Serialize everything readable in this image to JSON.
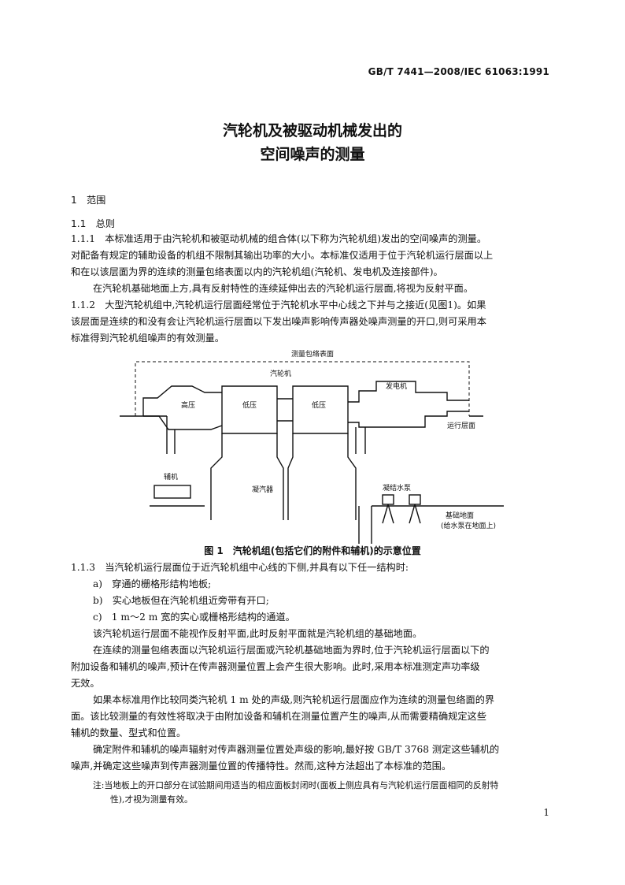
{
  "header": {
    "standard_number": "GB/T 7441—2008/IEC 61063:1991"
  },
  "title": {
    "line1": "汽轮机及被驱动机械发出的",
    "line2": "空间噪声的测量"
  },
  "sections": {
    "s1": "1　范围",
    "s11": "1.1　总则",
    "p111_1": "1.1.1　本标准适用于由汽轮机和被驱动机械的组合体(以下称为汽轮机组)发出的空间噪声的测量。",
    "p111_2": "对配备有规定的辅助设备的机组不限制其输出功率的大小。本标准仅适用于位于汽轮机运行层面以上",
    "p111_3": "和在以该层面为界的连续的测量包络表面以内的汽轮机组(汽轮机、发电机及连接部件)。",
    "p111_4": "在汽轮机基础地面上方,具有反射特性的连续延伸出去的汽轮机运行层面,将视为反射平面。",
    "p112_1": "1.1.2　大型汽轮机组中,汽轮机运行层面经常位于汽轮机水平中心线之下并与之接近(见图1)。如果",
    "p112_2": "该层面是连续的和没有会让汽轮机运行层面以下发出噪声影响传声器处噪声测量的开口,则可采用本",
    "p112_3": "标准得到汽轮机组噪声的有效测量。",
    "p113_1": "1.1.3　当汽轮机运行层面位于近汽轮机组中心线的下侧,并具有以下任一结构时:",
    "item_a": "a)　穿通的栅格形结构地板;",
    "item_b": "b)　实心地板但在汽轮机组近旁带有开口;",
    "item_c": "c)　1 m～2 m 宽的实心或栅格形结构的通道。",
    "p113_2": "该汽轮机运行层面不能视作反射平面,此时反射平面就是汽轮机组的基础地面。",
    "p113_3": "在连续的测量包络表面以汽轮机运行层面或汽轮机基础地面为界时,位于汽轮机运行层面以下的",
    "p113_4": "附加设备和辅机的噪声,预计在传声器测量位置上会产生很大影响。此时,采用本标准测定声功率级",
    "p113_5": "无效。",
    "p113_6": "如果本标准用作比较同类汽轮机 1 m 处的声级,则汽轮机运行层面应作为连续的测量包络面的界",
    "p113_7": "面。该比较测量的有效性将取决于由附加设备和辅机在测量位置产生的噪声,从而需要精确规定这些",
    "p113_8": "辅机的数量、型式和位置。",
    "p113_9": "确定附件和辅机的噪声辐射对传声器测量位置处声级的影响,最好按 GB/T 3768 测定这些辅机的",
    "p113_10": "噪声,并确定这些噪声到传声器测量位置的传播特性。然而,这种方法超出了本标准的范围。",
    "note_1": "注:当地板上的开口部分在试验期间用适当的相应面板封闭时(面板上侧应具有与汽轮机运行层面相同的反射特",
    "note_2": "性),才视为测量有效。"
  },
  "figure": {
    "caption": "图 1　汽轮机组(包括它们的附件和辅机)的示意位置",
    "labels": {
      "envelope": "测量包络表面",
      "turbine": "汽轮机",
      "hp": "高压",
      "lp1": "低压",
      "lp2": "低压",
      "generator": "发电机",
      "op_floor": "运行层面",
      "aux": "辅机",
      "condenser": "凝汽器",
      "pump": "凝结水泵",
      "base1": "基础地面",
      "base2": "(给水泵在地面上)"
    }
  },
  "footer": {
    "page_number": "1"
  }
}
